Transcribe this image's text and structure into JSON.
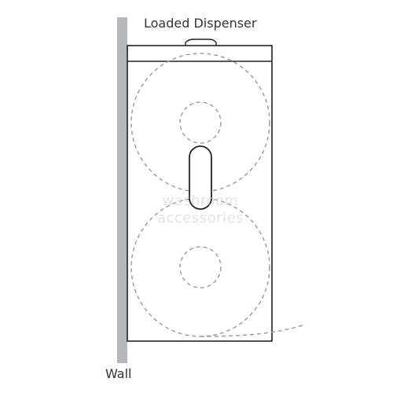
{
  "diagram": {
    "title": "Loaded Dispenser",
    "wall_label": "Wall"
  },
  "watermark": {
    "line1": "washroom",
    "line2": "accessories"
  },
  "colors": {
    "outline": "#222222",
    "dashed": "#9a9a9a",
    "wall": "#b5b8bb",
    "text": "#333333"
  }
}
